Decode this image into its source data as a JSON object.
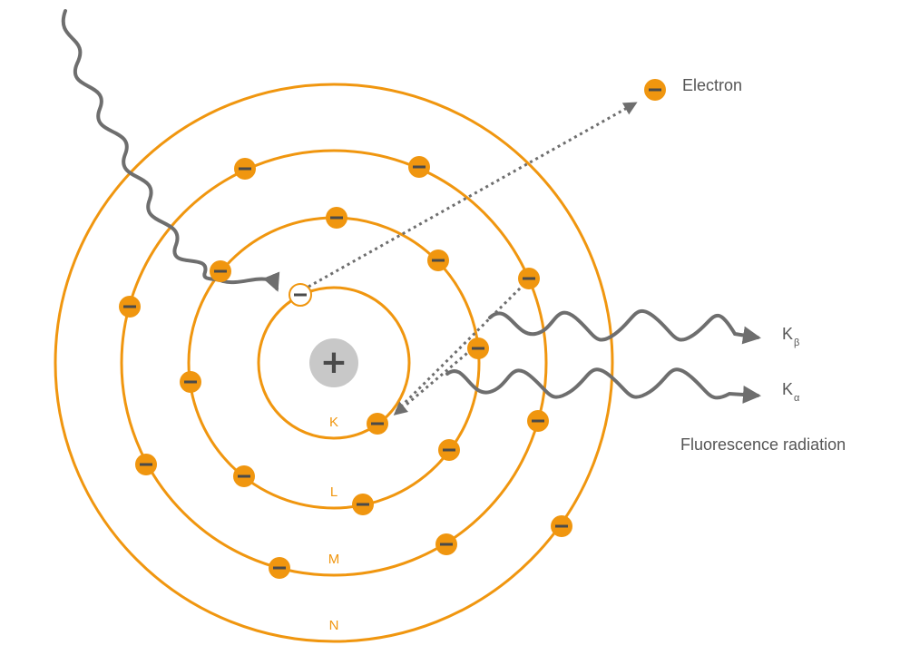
{
  "labels": {
    "electron": "Electron",
    "k_beta_main": "K",
    "k_beta_sub": "β",
    "k_alpha_main": "K",
    "k_alpha_sub": "α",
    "fluorescence": "Fluorescence radiation"
  },
  "shells": [
    {
      "name": "K"
    },
    {
      "name": "L"
    },
    {
      "name": "M"
    },
    {
      "name": "N"
    }
  ],
  "symbols": {
    "minus": "−",
    "plus": "+"
  },
  "colors": {
    "orbit": "#F0960F",
    "electron": "#F0960F",
    "minus_sign": "#4a4a4a",
    "nucleus": "#c8c8c8",
    "arrow": "#6e6e6e",
    "label": "#555555"
  },
  "icons": {
    "nucleus": "plus-circle-icon",
    "electron": "minus-circle-icon",
    "vacancy": "hollow-electron-icon"
  }
}
